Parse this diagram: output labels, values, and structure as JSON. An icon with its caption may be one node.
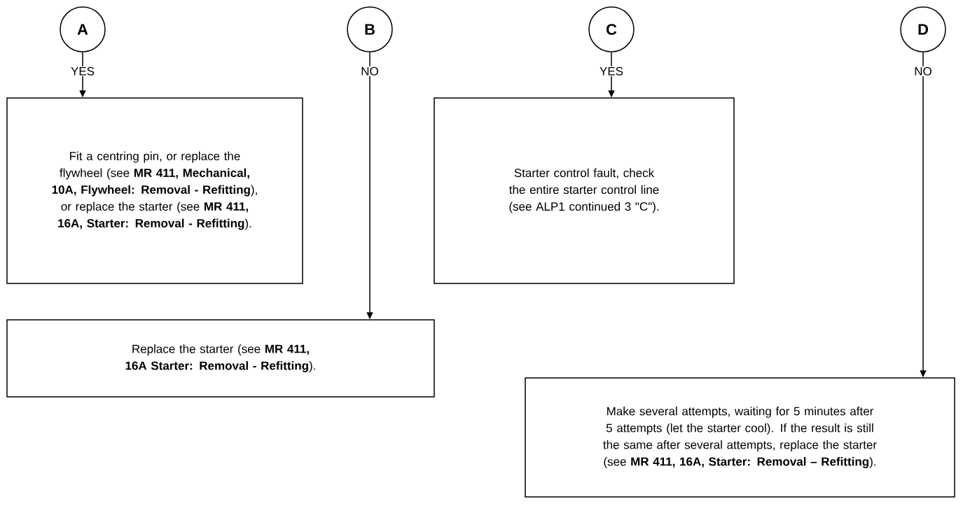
{
  "diagram": {
    "nodes": [
      {
        "text": [
          "A"
        ]
      },
      {
        "text": [
          "B"
        ]
      },
      {
        "text": [
          "C"
        ]
      },
      {
        "text": [
          "D"
        ]
      },
      {
        "text": [
          "Fit a centring pin, or replace the flywheel (see **MR 411, Mechanical, 10A, Flywheel: Removal - Refitting**), or replace the starter (see **MR 411, 16A, Starter: Removal - Refitting**)."
        ]
      },
      {
        "text": [
          "Starter control fault, check the entire starter control line (see ALP1 continued 3 \"C\")."
        ]
      },
      {
        "text": [
          "Replace the starter (see **MR 411, 16A Starter: Removal - Refitting**)."
        ]
      },
      {
        "text": [
          "Make several attempts, waiting for 5 minutes after 5 attempts (let the starter cool). If the result is still the same after several attempts, replace the starter (see **MR 411, 16A, Starter: Removal – Refitting**)."
        ]
      }
    ],
    "edges": [
      {
        "from": 0,
        "to": 4,
        "arrow": "to",
        "label": "YES"
      },
      {
        "from": 1,
        "to": 6,
        "arrow": "to",
        "label": "NO"
      },
      {
        "from": 2,
        "to": 5,
        "arrow": "to",
        "label": "YES"
      },
      {
        "from": 3,
        "to": 7,
        "arrow": "to",
        "label": "NO"
      }
    ]
  }
}
